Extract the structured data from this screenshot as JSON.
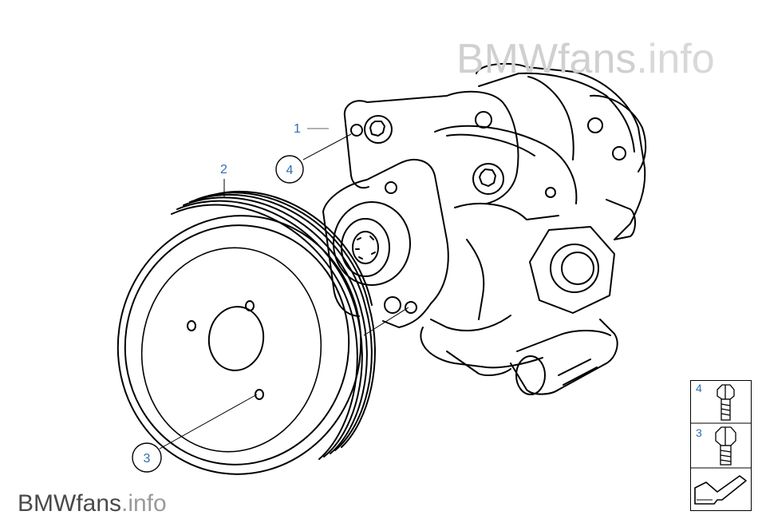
{
  "watermark_top": {
    "brand": "BMWfans",
    "suffix": ".info"
  },
  "watermark_bottom": {
    "brand": "BMWfans",
    "suffix": ".info"
  },
  "callouts": {
    "c1": "1",
    "c2": "2",
    "c3": "3",
    "c4": "4"
  },
  "legend": {
    "items": [
      {
        "number": "4",
        "part": "hex-bolt"
      },
      {
        "number": "3",
        "part": "hex-bolt"
      }
    ],
    "nav_icon": "arrow-icon"
  },
  "colors": {
    "callout_text": "#2f6fb0",
    "line": "#000000",
    "watermark_light": "#d0d0d0"
  }
}
